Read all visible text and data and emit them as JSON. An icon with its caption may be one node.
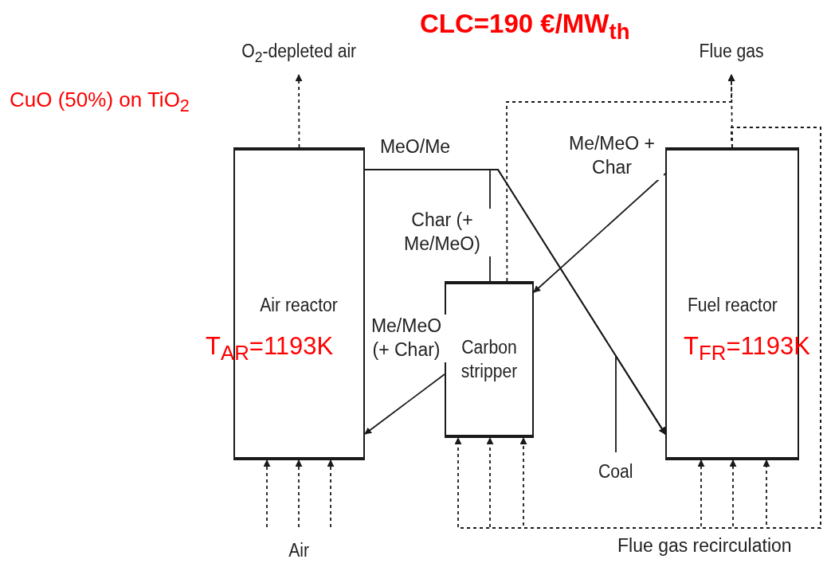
{
  "diagram": {
    "title": "CLC=190 €/MW$_{th}$",
    "nodes": [
      {
        "text": [
          "Air reactor"
        ]
      },
      {
        "text": [
          "Carbon stripper"
        ]
      },
      {
        "text": [
          "Fuel reactor"
        ]
      },
      {
        "text": [
          "O$_{2}$-depleted air"
        ]
      },
      {
        "text": [
          "Flue gas"
        ]
      },
      {
        "text": [
          "Air"
        ]
      },
      {
        "text": [
          "Coal"
        ]
      }
    ],
    "edges": [
      {
        "from": 0,
        "to": 3,
        "arrow": "to",
        "style": "dashed"
      },
      {
        "from": 2,
        "to": 4,
        "arrow": "to",
        "style": "dashed"
      },
      {
        "from": 1,
        "to": 4,
        "arrow": "to",
        "style": "dashed"
      },
      {
        "from": 0,
        "to": 2,
        "arrow": "to",
        "label": "MeO/Me"
      },
      {
        "from": 1,
        "to": 2,
        "arrow": "to",
        "label": "Char (+ Me/MeO)"
      },
      {
        "from": 2,
        "to": 1,
        "arrow": "to",
        "label": "Me/MeO + Char"
      },
      {
        "from": 1,
        "to": 0,
        "arrow": "to",
        "label": "Me/MeO (+ Char)"
      },
      {
        "from": 6,
        "to": 2,
        "arrow": "to"
      },
      {
        "from": 5,
        "to": 0,
        "arrow": "to",
        "style": "dashed"
      },
      {
        "from": 5,
        "to": 0,
        "arrow": "to",
        "style": "dashed"
      },
      {
        "from": 5,
        "to": 0,
        "arrow": "to",
        "style": "dashed"
      },
      {
        "from": 2,
        "to": 1,
        "arrow": "to",
        "style": "dashed"
      },
      {
        "from": 2,
        "to": 1,
        "arrow": "to",
        "style": "dashed"
      },
      {
        "from": 2,
        "to": 1,
        "arrow": "to",
        "style": "dashed"
      },
      {
        "from": 2,
        "to": 2,
        "arrow": "to",
        "style": "dashed"
      },
      {
        "from": 2,
        "to": 2,
        "arrow": "to",
        "style": "dashed"
      },
      {
        "from": 2,
        "to": 2,
        "arrow": "to",
        "style": "dashed"
      }
    ],
    "labels": [
      "CuO (50%) on TiO$_{2}$",
      "T$_{AR}$=1193K",
      "T$_{FR}$=1193K",
      "Flue gas recirculation"
    ]
  }
}
